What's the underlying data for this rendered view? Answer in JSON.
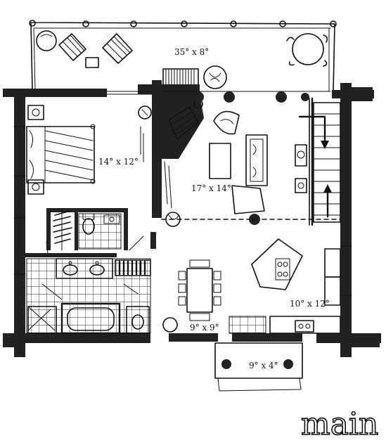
{
  "plan": {
    "level_label": "main",
    "rooms": {
      "deck": "35° x 8°",
      "bedroom": "14° x 12°",
      "living": "17° x 14°",
      "dining": "9° x 9°",
      "kitchen": "10° x 12°",
      "porch": "9° x 4°"
    }
  }
}
